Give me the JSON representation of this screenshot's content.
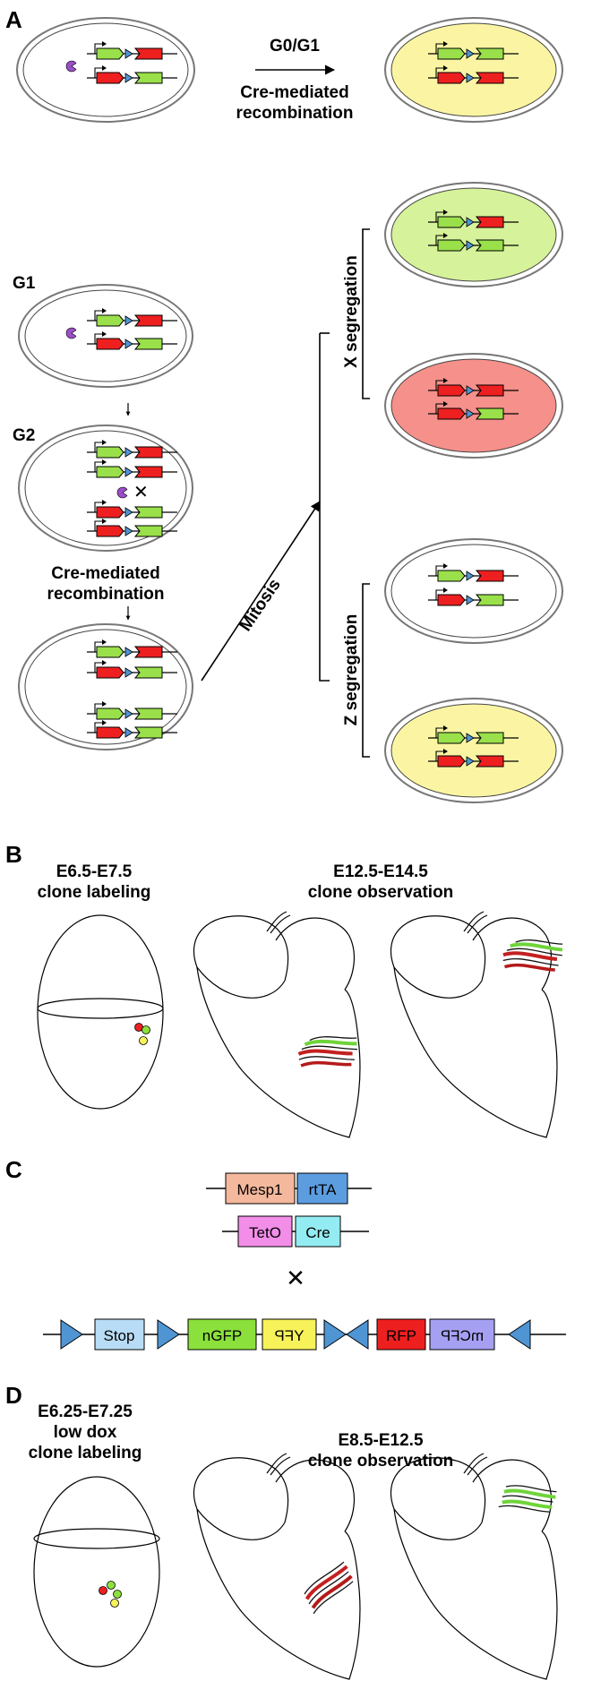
{
  "panels": {
    "a": "A",
    "b": "B",
    "c": "C",
    "d": "D"
  },
  "panelA": {
    "g0g1": "G0/G1",
    "cre_line1": "Cre-mediated",
    "cre_line2": "recombination",
    "g1": "G1",
    "g2": "G2",
    "mid_cre_line1": "Cre-mediated",
    "mid_cre_line2": "recombination",
    "mitosis": "Mitosis",
    "x_seg": "X segregation",
    "z_seg": "Z segregation",
    "cross": "✕"
  },
  "panelB": {
    "left_line1": "E6.5-E7.5",
    "left_line2": "clone labeling",
    "right_line1": "E12.5-E14.5",
    "right_line2": "clone observation"
  },
  "panelC": {
    "mesp1": "Mesp1",
    "rtta": "rtTA",
    "teto": "TetO",
    "cre": "Cre",
    "cross": "✕",
    "stop": "Stop",
    "ngfp": "nGFP",
    "yfp": "YFP",
    "rfp": "RFP",
    "mcfp": "mCFP"
  },
  "panelD": {
    "left_line1": "E6.25-E7.25",
    "left_line2": "low dox",
    "left_line3": "clone labeling",
    "right_line1": "E8.5-E12.5",
    "right_line2": "clone observation"
  },
  "colors": {
    "yellow_cell": "#fbf5a3",
    "green_cell": "#d6f29a",
    "red_cell": "#f5908a",
    "green_gene": "#99e04a",
    "red_gene": "#ee1f1f",
    "lox": "#4f95d4",
    "cre_protein": "#9a4fc9",
    "mesp1": "#f4b89d",
    "rtta": "#5c9de0",
    "teto": "#f28ee8",
    "cre": "#93ecf2",
    "stop": "#b8dcf5",
    "ngfp": "#8be03c",
    "yfp": "#f7f25a",
    "rfp": "#ee1f1f",
    "mcfp": "#a6a0f2"
  }
}
